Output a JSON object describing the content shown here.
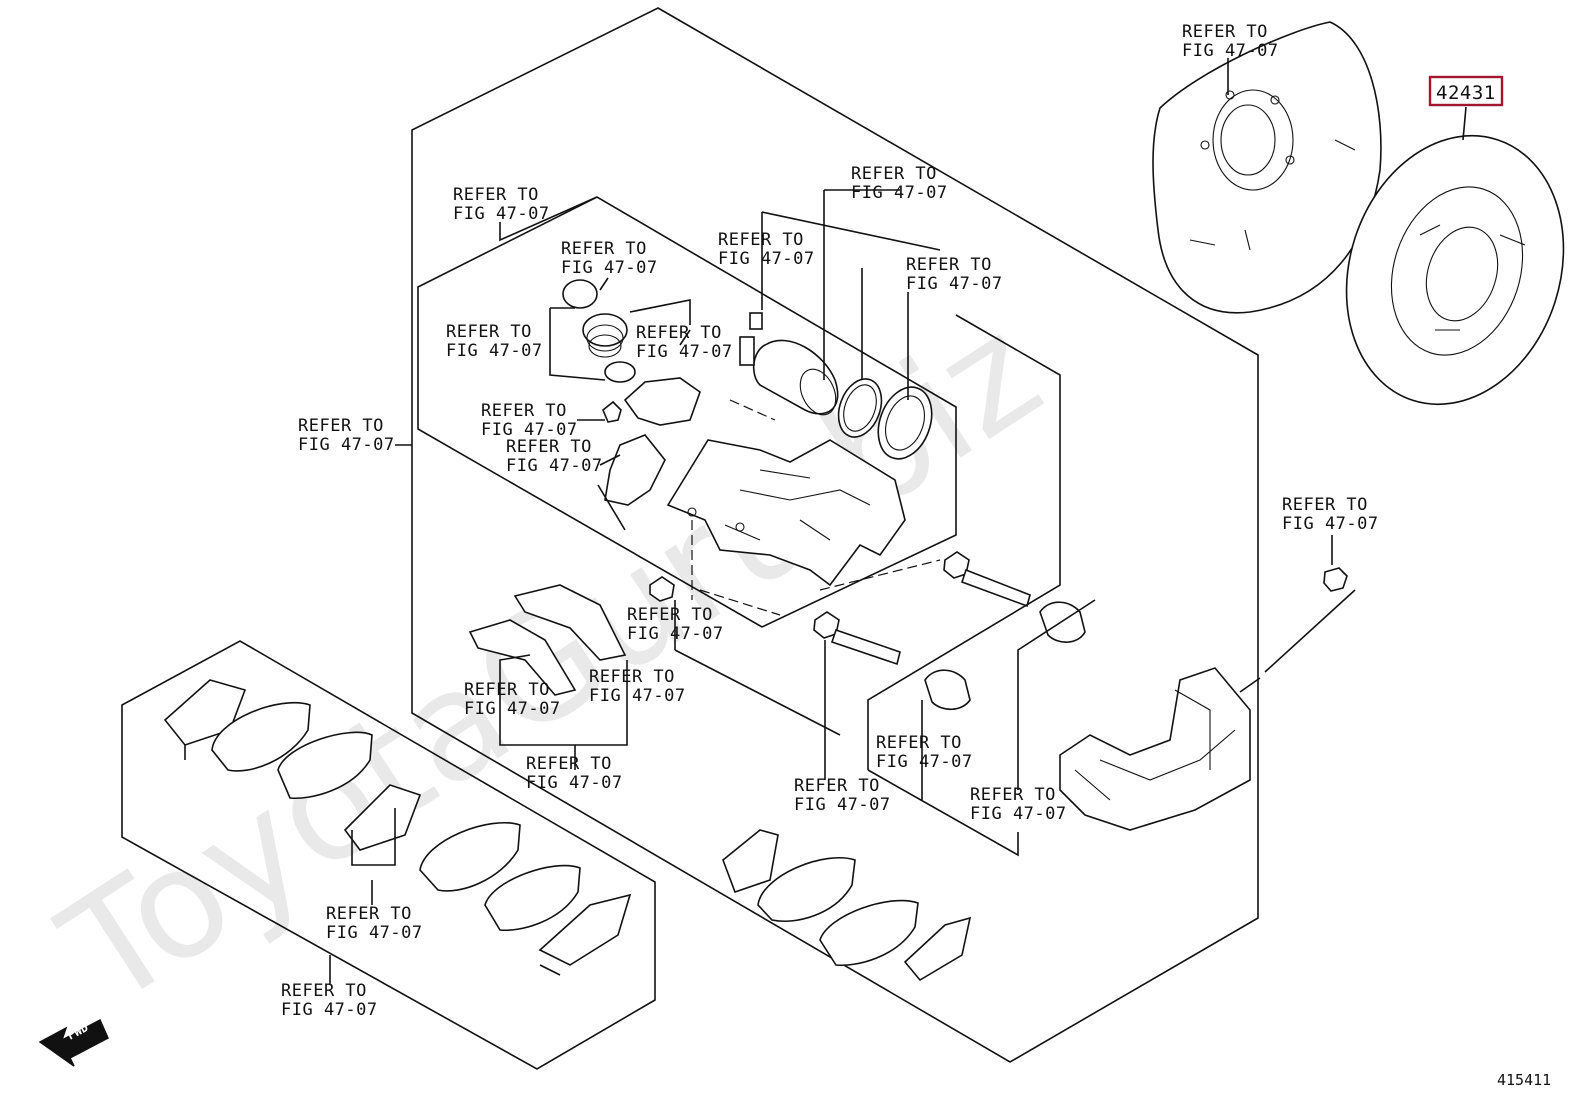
{
  "watermark": "ToyotaGuru.biz",
  "refer_label": {
    "line1": "REFER TO",
    "line2": "FIG 47-07"
  },
  "part_number": {
    "text": "42431",
    "box_color": "#a0172f"
  },
  "fwd_label": "FWD",
  "illustration_id": "415411",
  "callouts": [
    {
      "id": "shield-top"
    },
    {
      "id": "inner-box"
    },
    {
      "id": "spring-kit"
    },
    {
      "id": "boot-set"
    },
    {
      "id": "spring-right"
    },
    {
      "id": "bleeder"
    },
    {
      "id": "piston-top"
    },
    {
      "id": "seal-top"
    },
    {
      "id": "outer-box"
    },
    {
      "id": "bolt-left"
    },
    {
      "id": "bracket"
    },
    {
      "id": "bracket-bolt"
    },
    {
      "id": "bolt-lower"
    },
    {
      "id": "clip-left"
    },
    {
      "id": "clip-right"
    },
    {
      "id": "clip-bottom"
    },
    {
      "id": "pin-boot"
    },
    {
      "id": "slide-pin"
    },
    {
      "id": "boot-lower"
    },
    {
      "id": "shim-lower"
    },
    {
      "id": "pad-set-bottom"
    }
  ]
}
